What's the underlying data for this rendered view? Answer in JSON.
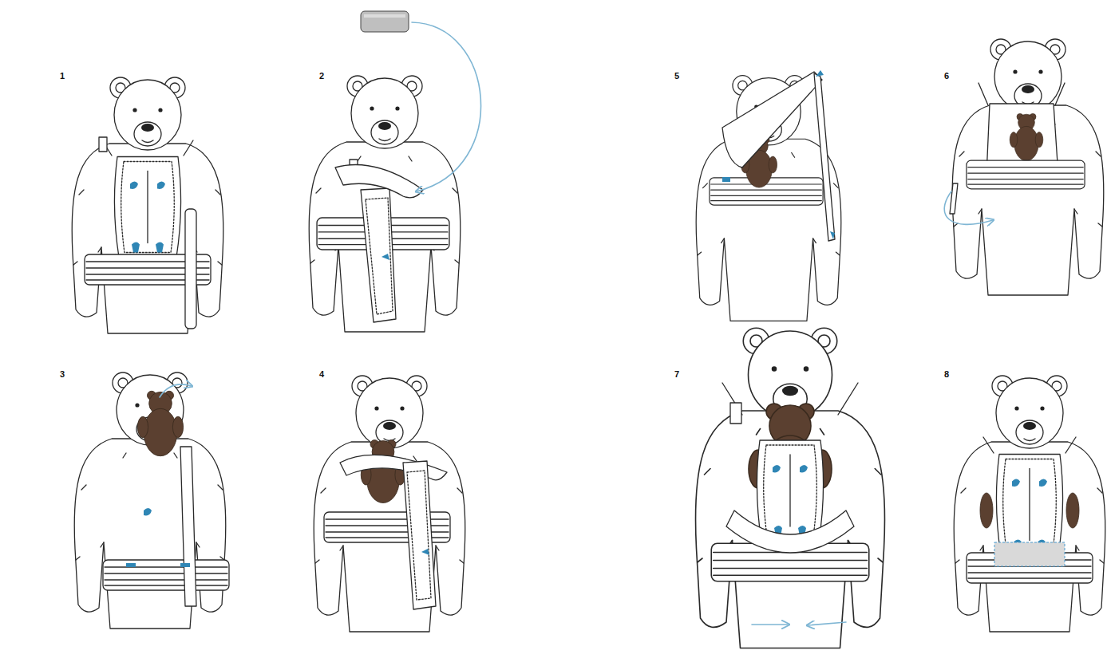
{
  "diagram": {
    "labels": [
      "1",
      "2",
      "5",
      "6",
      "3",
      "4",
      "7",
      "8"
    ]
  }
}
